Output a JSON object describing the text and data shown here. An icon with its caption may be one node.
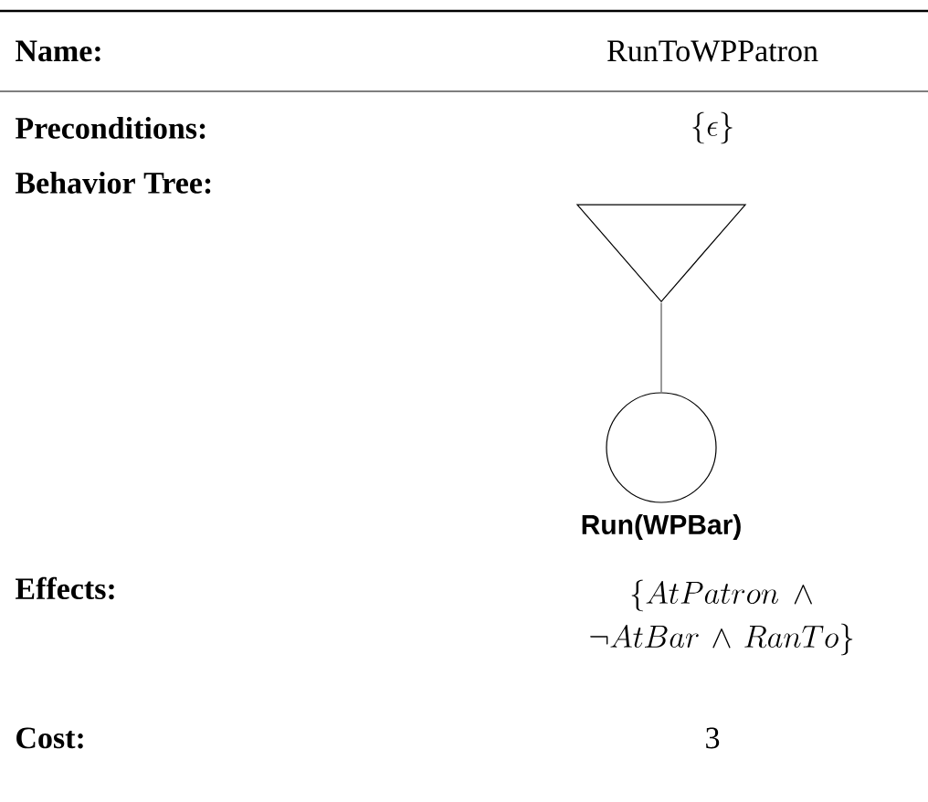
{
  "diagram": {
    "nodes": [
      {
        "text": [],
        "shape": "triangle"
      },
      {
        "text": [],
        "shape": "circle",
        "beside": [
          "Run(WPBar)"
        ]
      }
    ],
    "edges": [
      {
        "from": 0,
        "to": 1,
        "arrow": "none"
      }
    ],
    "labels": [
      "Name:",
      "RunToWPPatron",
      "Preconditions:",
      "\\{\\epsilon\\}",
      "Behavior Tree:",
      "Effects:",
      "\\{AtPatron \\wedge \\neg AtBar \\wedge RanTo\\}",
      "Cost:",
      "3"
    ]
  }
}
